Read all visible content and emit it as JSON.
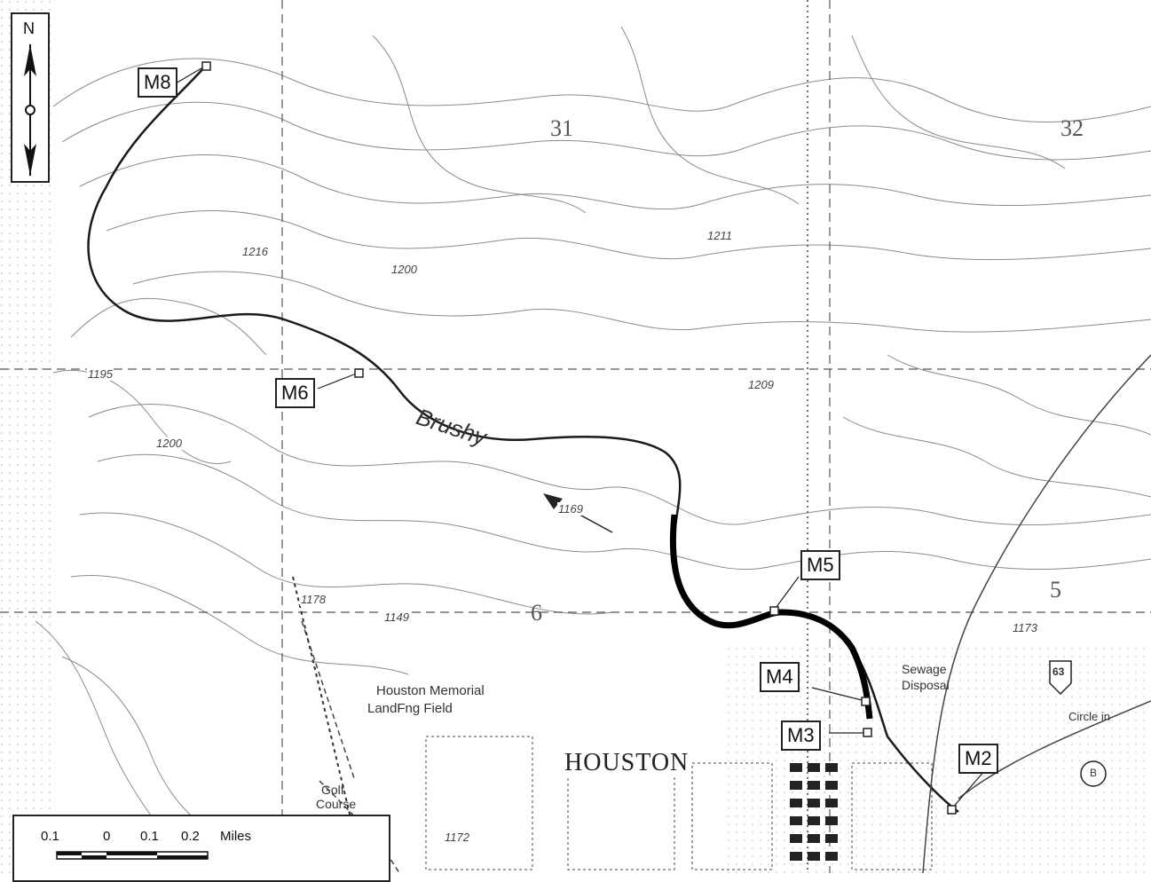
{
  "stations": {
    "m2": "M2",
    "m3": "M3",
    "m4": "M4",
    "m5": "M5",
    "m6": "M6",
    "m8": "M8"
  },
  "sections": {
    "s31": "31",
    "s32": "32",
    "s5": "5",
    "s6": "6"
  },
  "elevations": {
    "e1216": "1216",
    "e1200a": "1200",
    "e1195": "1195",
    "e1200b": "1200",
    "e1209": "1209",
    "e1173": "1173",
    "e1178": "1178",
    "e1149": "1149",
    "e1169": "1169",
    "e1172": "1172",
    "e1211": "1211"
  },
  "place_labels": {
    "creek": "Brushy",
    "airport_1": "Houston Memorial",
    "airport_2": "LandFng Field",
    "town": "HOUSTON",
    "sewage_1": "Sewage",
    "sewage_2": "Disposal",
    "golf_1": "Golf",
    "golf_2": "Course",
    "circle_in": "Circle in",
    "highway": "63",
    "b_marker": "B"
  },
  "north_arrow": {
    "label": "N",
    "icon": "north-arrow-icon"
  },
  "scale_bar": {
    "ticks": [
      "0.1",
      "0",
      "0.1",
      "0.2"
    ],
    "units": "Miles"
  },
  "colors": {
    "ink": "#333333",
    "contour": "#888888",
    "stream": "#1a1a1a",
    "paper": "#ffffff"
  }
}
